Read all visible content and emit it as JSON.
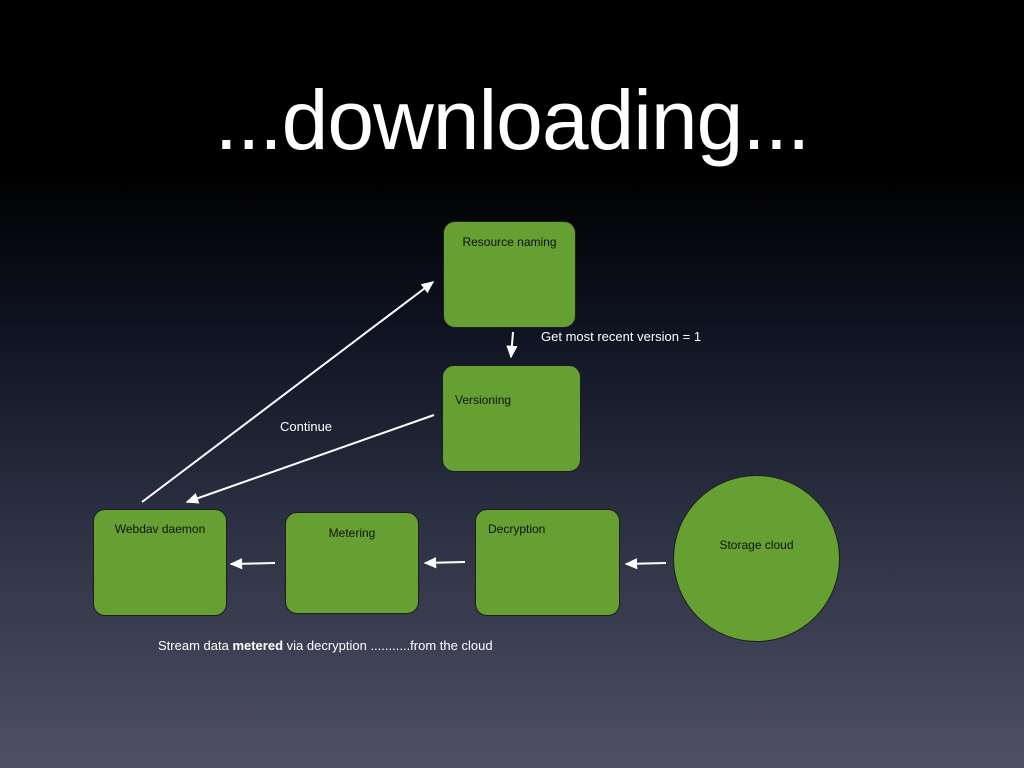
{
  "slide": {
    "title": "...downloading..."
  },
  "nodes": {
    "resource_naming": "Resource naming",
    "versioning": "Versioning",
    "webdav_daemon": "Webdav daemon",
    "metering": "Metering",
    "decryption": "Decryption",
    "storage_cloud": "Storage cloud"
  },
  "annotations": {
    "get_version": "Get most recent version = 1",
    "continue": "Continue",
    "stream_part1": "Stream data ",
    "stream_bold": "metered",
    "stream_part2": " via decryption ...........from the cloud"
  },
  "colors": {
    "node_fill": "#66a032",
    "node_border": "#1e1e1e",
    "text": "#ffffff"
  }
}
